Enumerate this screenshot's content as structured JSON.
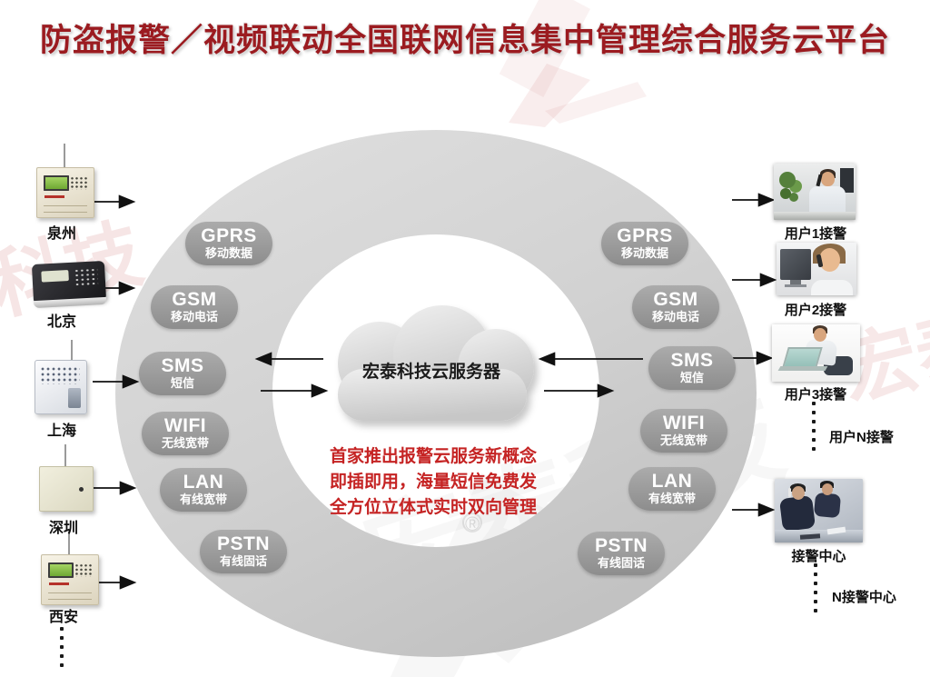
{
  "title": "防盗报警／视频联动全国联网信息集中管理综合服务云平台",
  "cloud_label": "宏泰科技云服务器",
  "slogan_lines": [
    "首家推出报警云服务新概念",
    "即插即用，海量短信免费发",
    "全方位立体式实时双向管理"
  ],
  "channels": [
    {
      "name": "GPRS",
      "desc": "移动数据"
    },
    {
      "name": "GSM",
      "desc": "移动电话"
    },
    {
      "name": "SMS",
      "desc": "短信"
    },
    {
      "name": "WIFI",
      "desc": "无线宽带"
    },
    {
      "name": "LAN",
      "desc": "有线宽带"
    },
    {
      "name": "PSTN",
      "desc": "有线固话"
    }
  ],
  "alarm_hosts": [
    {
      "city": "泉州"
    },
    {
      "city": "北京"
    },
    {
      "city": "上海"
    },
    {
      "city": "深圳"
    },
    {
      "city": "西安"
    }
  ],
  "receivers": [
    {
      "label": "用户1接警"
    },
    {
      "label": "用户2接警"
    },
    {
      "label": "用户3接警"
    },
    {
      "label": "用户N接警"
    },
    {
      "label": "接警中心"
    },
    {
      "label": "N接警中心"
    }
  ],
  "watermark": {
    "text": "宏泰科技",
    "reg": "®"
  },
  "colors": {
    "title": "#9b1b20",
    "slogan": "#c52323",
    "pill_bg": "#989898",
    "ring": "#d3d3d3",
    "cloud": "#d9d9d9",
    "arrow": "#111111"
  }
}
